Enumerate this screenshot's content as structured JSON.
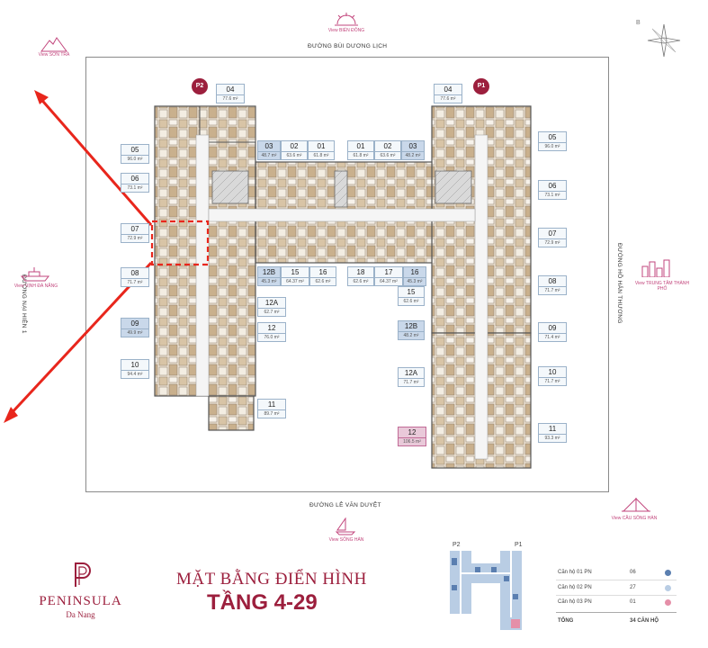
{
  "roads": {
    "north": "ĐƯỜNG BÙI DƯƠNG LỊCH",
    "south": "ĐƯỜNG LÊ VĂN DUYỆT",
    "west": "ĐƯỜNG NẠI HIÊN 1",
    "east": "ĐƯỜNG HỒ HẢN THƯƠNG"
  },
  "views": {
    "north": "View BIỂN ĐÔNG",
    "northwest": "View SƠN TRÀ",
    "west": "View VỊNH ĐÀ NẴNG",
    "east": "View TRUNG TÂM THÀNH PHỐ",
    "south": "View SÔNG HÀN",
    "southeast": "View CẦU SÔNG HÀN"
  },
  "compass": "B",
  "towers": {
    "left": "P2",
    "right": "P1"
  },
  "units_left": [
    {
      "num": "04",
      "area": "77.6 m²"
    },
    {
      "num": "05",
      "area": "96.0 m²"
    },
    {
      "num": "06",
      "area": "73.1 m²"
    },
    {
      "num": "07",
      "area": "72.9 m²"
    },
    {
      "num": "08",
      "area": "71.7 m²"
    },
    {
      "num": "09",
      "area": "49.9 m²",
      "style": "sel"
    },
    {
      "num": "10",
      "area": "94.4 m²"
    },
    {
      "num": "03",
      "area": "48.7 m²",
      "style": "sel"
    },
    {
      "num": "02",
      "area": "63.6 m²"
    },
    {
      "num": "01",
      "area": "61.8 m²"
    },
    {
      "num": "12B",
      "area": "45.3 m²",
      "style": "sel"
    },
    {
      "num": "15",
      "area": "64.37 m²"
    },
    {
      "num": "16",
      "area": "62.6 m²"
    },
    {
      "num": "12A",
      "area": "62.7 m²"
    },
    {
      "num": "12",
      "area": "76.0 m²"
    },
    {
      "num": "11",
      "area": "89.7 m²"
    }
  ],
  "units_right": [
    {
      "num": "04",
      "area": "77.6 m²"
    },
    {
      "num": "01",
      "area": "61.8 m²"
    },
    {
      "num": "02",
      "area": "63.6 m²"
    },
    {
      "num": "03",
      "area": "48.2 m²",
      "style": "sel"
    },
    {
      "num": "05",
      "area": "96.0 m²"
    },
    {
      "num": "06",
      "area": "73.1 m²"
    },
    {
      "num": "07",
      "area": "72.9 m²"
    },
    {
      "num": "18",
      "area": "62.6 m²"
    },
    {
      "num": "17",
      "area": "64.37 m²"
    },
    {
      "num": "16",
      "area": "45.3 m²",
      "style": "sel"
    },
    {
      "num": "08",
      "area": "71.7 m²"
    },
    {
      "num": "15",
      "area": "62.6 m²"
    },
    {
      "num": "12B",
      "area": "48.2 m²",
      "style": "sel"
    },
    {
      "num": "09",
      "area": "71.4 m²"
    },
    {
      "num": "12A",
      "area": "71.7 m²"
    },
    {
      "num": "10",
      "area": "71.7 m²"
    },
    {
      "num": "12",
      "area": "106.5 m²",
      "style": "pink"
    },
    {
      "num": "11",
      "area": "93.3 m²"
    }
  ],
  "brand": {
    "name": "PENINSULA",
    "city": "Da Nang"
  },
  "heading": {
    "line1": "MẶT BẰNG ĐIỂN HÌNH",
    "line2": "TẦNG 4-29"
  },
  "mini_plan": {
    "left": "P2",
    "right": "P1"
  },
  "legend": {
    "rows": [
      {
        "label": "Căn hộ 01 PN",
        "count": "06",
        "color": "#5b7fb0"
      },
      {
        "label": "Căn hộ 02 PN",
        "count": "27",
        "color": "#b9cde4"
      },
      {
        "label": "Căn hộ 03 PN",
        "count": "01",
        "color": "#e58fa8"
      }
    ],
    "total_label": "TỔNG",
    "total_value": "34 CĂN HỘ"
  },
  "colors": {
    "brand": "#9c1f3d",
    "arrow": "#e8261c",
    "frame": "#bfbfbf"
  }
}
